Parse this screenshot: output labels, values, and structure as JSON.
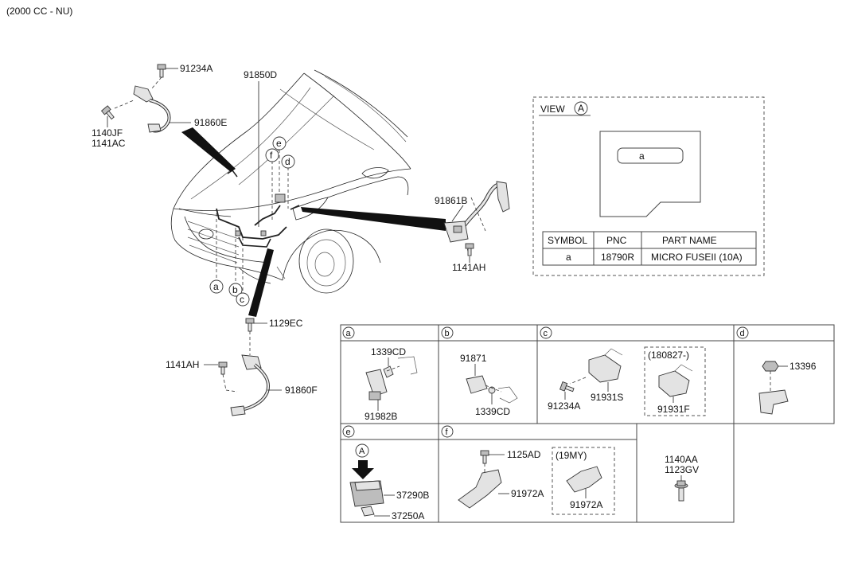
{
  "header": {
    "engine_spec": "(2000 CC - NU)"
  },
  "callouts": {
    "p91234A_top": "91234A",
    "p1140JF": "1140JF",
    "p1141AC": "1141AC",
    "p91860E": "91860E",
    "p91850D": "91850D",
    "p91861B": "91861B",
    "p1141AH_right": "1141AH",
    "p1129EC": "1129EC",
    "p1141AH_left": "1141AH",
    "p91860F": "91860F"
  },
  "harness_letters": {
    "a": "a",
    "b": "b",
    "c": "c",
    "d": "d",
    "e": "e",
    "f": "f"
  },
  "view_a": {
    "title": "VIEW",
    "circle": "A",
    "fuse_slot": "a",
    "table": {
      "headers": [
        "SYMBOL",
        "PNC",
        "PART NAME"
      ],
      "rows": [
        [
          "a",
          "18790R",
          "MICRO FUSEII (10A)"
        ]
      ]
    }
  },
  "detail_grid": {
    "cells": {
      "a": {
        "letter": "a",
        "parts": [
          "1339CD",
          "91982B"
        ]
      },
      "b": {
        "letter": "b",
        "parts": [
          "91871",
          "1339CD"
        ]
      },
      "c": {
        "letter": "c",
        "parts": [
          "91234A",
          "91931S"
        ],
        "variant_note": "(180827-)",
        "variant_part": "91931F"
      },
      "d": {
        "letter": "d",
        "parts": [
          "13396"
        ]
      },
      "e": {
        "letter": "e",
        "arrow_circle": "A",
        "parts": [
          "37290B",
          "37250A"
        ]
      },
      "f": {
        "letter": "f",
        "parts": [
          "1125AD",
          "91972A"
        ],
        "variant_note": "(19MY)",
        "variant_part": "91972A"
      },
      "bolt": {
        "parts": [
          "1140AA",
          "1123GV"
        ]
      }
    }
  },
  "colors": {
    "line": "#222222",
    "part_fill": "#e3e3e3",
    "part_dark": "#bdbdbd",
    "dash_box": "#555555"
  }
}
